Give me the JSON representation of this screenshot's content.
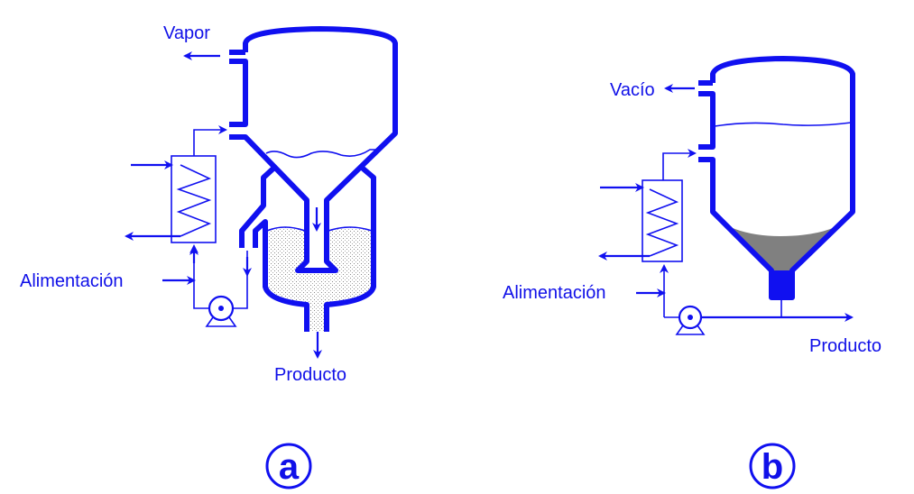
{
  "diagram_a": {
    "vapor_label": "Vapor",
    "feed_label": "Alimentación",
    "product_label": "Producto",
    "letter": "a"
  },
  "diagram_b": {
    "vacuum_label": "Vacío",
    "feed_label": "Alimentación",
    "product_label": "Producto",
    "letter": "b"
  },
  "colors": {
    "line": "#1010f0",
    "fill": "#ffffff",
    "solid": "#808080"
  }
}
